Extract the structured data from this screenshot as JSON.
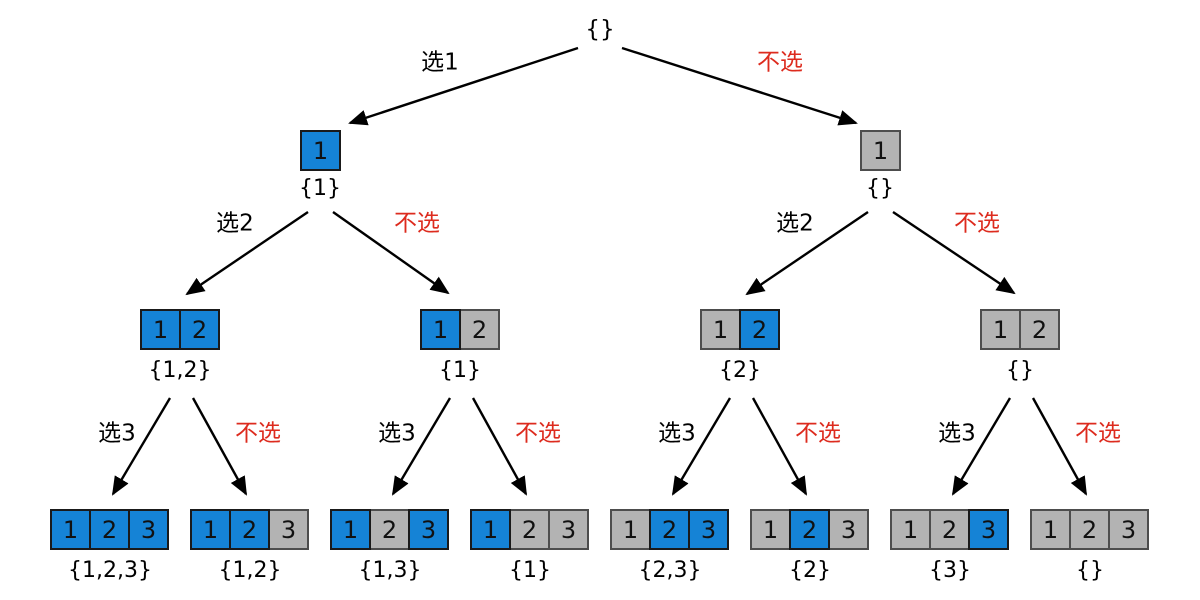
{
  "colors": {
    "background": "#ffffff",
    "selected_fill": "#1583d6",
    "selected_border": "#1a1a1a",
    "unselected_fill": "#b3b3b3",
    "unselected_border": "#4d4d4d",
    "cell_text": "#111111",
    "set_label_text": "#000000",
    "choose_label_text": "#000000",
    "skip_label_text": "#dd2b1e",
    "edge_line": "#000000"
  },
  "root": {
    "set_label": "{}"
  },
  "levels": [
    {
      "choose_label": "选1",
      "skip_label": "不选",
      "nodes": [
        {
          "cells": [
            {
              "value": "1",
              "selected": true
            }
          ],
          "set_label": "{1}"
        },
        {
          "cells": [
            {
              "value": "1",
              "selected": false
            }
          ],
          "set_label": "{}"
        }
      ]
    },
    {
      "choose_label": "选2",
      "skip_label": "不选",
      "nodes": [
        {
          "cells": [
            {
              "value": "1",
              "selected": true
            },
            {
              "value": "2",
              "selected": true
            }
          ],
          "set_label": "{1,2}"
        },
        {
          "cells": [
            {
              "value": "1",
              "selected": true
            },
            {
              "value": "2",
              "selected": false
            }
          ],
          "set_label": "{1}"
        },
        {
          "cells": [
            {
              "value": "1",
              "selected": false
            },
            {
              "value": "2",
              "selected": true
            }
          ],
          "set_label": "{2}"
        },
        {
          "cells": [
            {
              "value": "1",
              "selected": false
            },
            {
              "value": "2",
              "selected": false
            }
          ],
          "set_label": "{}"
        }
      ]
    },
    {
      "choose_label": "选3",
      "skip_label": "不选",
      "nodes": [
        {
          "cells": [
            {
              "value": "1",
              "selected": true
            },
            {
              "value": "2",
              "selected": true
            },
            {
              "value": "3",
              "selected": true
            }
          ],
          "set_label": "{1,2,3}"
        },
        {
          "cells": [
            {
              "value": "1",
              "selected": true
            },
            {
              "value": "2",
              "selected": true
            },
            {
              "value": "3",
              "selected": false
            }
          ],
          "set_label": "{1,2}"
        },
        {
          "cells": [
            {
              "value": "1",
              "selected": true
            },
            {
              "value": "2",
              "selected": false
            },
            {
              "value": "3",
              "selected": true
            }
          ],
          "set_label": "{1,3}"
        },
        {
          "cells": [
            {
              "value": "1",
              "selected": true
            },
            {
              "value": "2",
              "selected": false
            },
            {
              "value": "3",
              "selected": false
            }
          ],
          "set_label": "{1}"
        },
        {
          "cells": [
            {
              "value": "1",
              "selected": false
            },
            {
              "value": "2",
              "selected": true
            },
            {
              "value": "3",
              "selected": true
            }
          ],
          "set_label": "{2,3}"
        },
        {
          "cells": [
            {
              "value": "1",
              "selected": false
            },
            {
              "value": "2",
              "selected": true
            },
            {
              "value": "3",
              "selected": false
            }
          ],
          "set_label": "{2}"
        },
        {
          "cells": [
            {
              "value": "1",
              "selected": false
            },
            {
              "value": "2",
              "selected": false
            },
            {
              "value": "3",
              "selected": true
            }
          ],
          "set_label": "{3}"
        },
        {
          "cells": [
            {
              "value": "1",
              "selected": false
            },
            {
              "value": "2",
              "selected": false
            },
            {
              "value": "3",
              "selected": false
            }
          ],
          "set_label": "{}"
        }
      ]
    }
  ]
}
